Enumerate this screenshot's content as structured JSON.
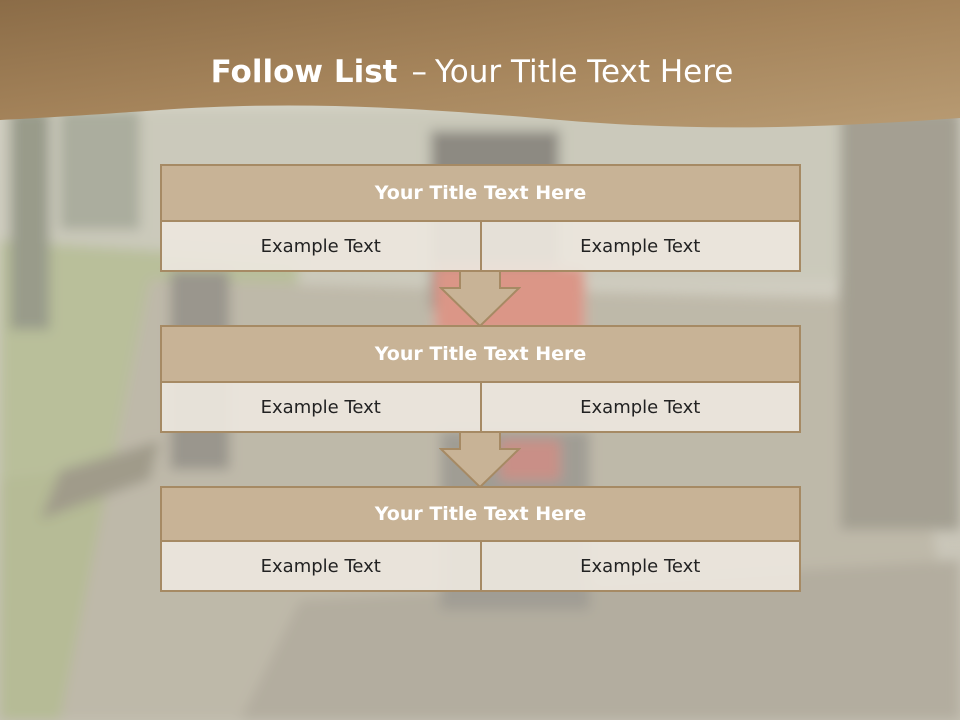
{
  "slide": {
    "title_bold": "Follow List",
    "title_separator": "–",
    "title_rest": "Your Title Text Here"
  },
  "blocks": [
    {
      "title": "Your Title Text Here",
      "cells": [
        "Example Text",
        "Example Text"
      ]
    },
    {
      "title": "Your Title Text Here",
      "cells": [
        "Example Text",
        "Example Text"
      ]
    },
    {
      "title": "Your Title Text Here",
      "cells": [
        "Example Text",
        "Example Text"
      ]
    }
  ],
  "colors": {
    "title_band": "#a07e55",
    "block_title_fill": "#c8b396",
    "block_border": "#a68a64",
    "cell_fill": "#ece6de",
    "arrow_fill": "#c8b396"
  }
}
